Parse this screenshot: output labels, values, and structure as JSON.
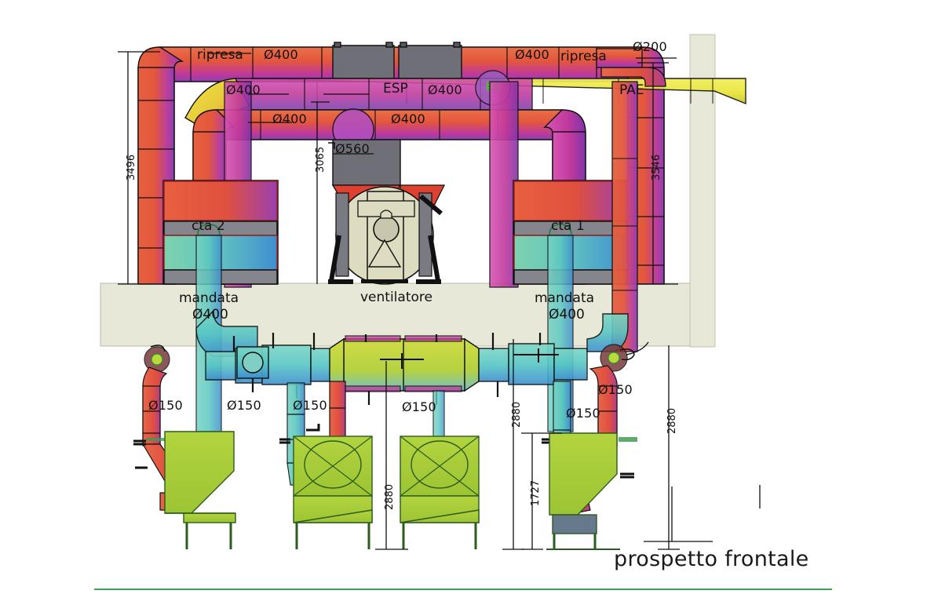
{
  "drawing": {
    "title": "prospetto frontale",
    "domain": "HVAC ducting front elevation",
    "accent_green_rule": "#3f9e55"
  },
  "labels": {
    "ripresa_left": "ripresa",
    "ripresa_right": "ripresa",
    "esp": "ESP",
    "pae": "PAE",
    "cta_2": "cta 2",
    "cta_1": "cta 1",
    "ventilatore": "ventilatore",
    "mandata_left": "mandata",
    "mandata_left_dia": "Ø400",
    "mandata_right": "mandata",
    "mandata_right_dia": "Ø400"
  },
  "diameters": {
    "d400_top_left": "Ø400",
    "d400_upper_left": "Ø400",
    "d400_mid_left": "Ø400",
    "d400_mid_center": "Ø400",
    "d400_esp_right": "Ø400",
    "d400_top_right": "Ø400",
    "d200_top_right": "Ø200",
    "d560_fan": "Ø560",
    "d150_1": "Ø150",
    "d150_2": "Ø150",
    "d150_3": "Ø150",
    "d150_4": "Ø150",
    "d150_5": "Ø150",
    "d150_6": "Ø150"
  },
  "dimensions": {
    "left_height": "3496",
    "center_height": "3065",
    "right_height": "3546",
    "mid_2880": "2880",
    "mid2_2880": "2880",
    "right_2880": "2880",
    "h_1727": "1727"
  },
  "colors": {
    "duct_red": "#e4573c",
    "duct_magenta": "#c0399c",
    "duct_purple": "#8e3fb0",
    "duct_yellow": "#e9e53a",
    "duct_cyan": "#5cc8c0",
    "duct_blue": "#3f8fd0",
    "duct_green": "#6cc48a",
    "equip_green": "#a8cc3c",
    "grey_box": "#6f6f78",
    "floor_band": "#e8e8d8",
    "fan_body": "#dedcc0",
    "outline": "#111111"
  }
}
